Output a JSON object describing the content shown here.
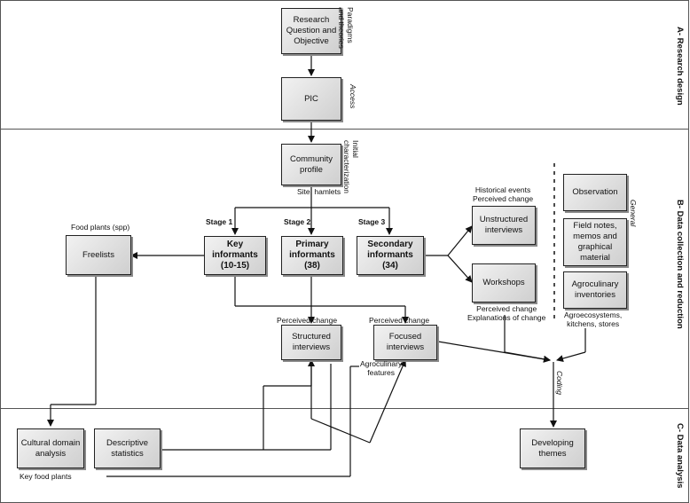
{
  "sections": {
    "a": "A- Research design",
    "b": "B- Data collection and reduction",
    "c": "C- Data analysis"
  },
  "boxes": {
    "research": "Research\nQuestion and\nObjective",
    "pic": "PIC",
    "community": "Community\nprofile",
    "key": "Key\ninformants\n(10-15)",
    "primary": "Primary\ninformants\n(38)",
    "secondary": "Secondary\ninformants\n(34)",
    "freelists": "Freelists",
    "unstructured": "Unstructured\ninterviews",
    "workshops": "Workshops",
    "observation": "Observation",
    "fieldnotes": "Field notes,\nmemos and\ngraphical\nmaterial",
    "agroinv": "Agroculinary\ninventories",
    "structured": "Structured\ninterviews",
    "focused": "Focused\ninterviews",
    "cultural": "Cultural domain\nanalysis",
    "descriptive": "Descriptive\nstatistics",
    "developing": "Developing\nthemes"
  },
  "labels": {
    "paradigms": "Paradigms\nand theories",
    "access": "Access",
    "initial": "Initial\ncharacterization",
    "site": "Site, hamlets",
    "stage1": "Stage 1",
    "stage2": "Stage 2",
    "stage3": "Stage 3",
    "foodplants": "Food plants (spp)",
    "historical": "Historical events\nPerceived change",
    "perceived_ws": "Perceived change\nExplanations of change",
    "general": "General",
    "agroeco": "Agroecosystems,\nkitchens, stores",
    "perceived_st": "Perceived change",
    "perceived_fo": "Perceived change",
    "agrofeatures": "Agroculinary\nfeatures",
    "coding": "Coding",
    "keyfood": "Key food plants"
  }
}
